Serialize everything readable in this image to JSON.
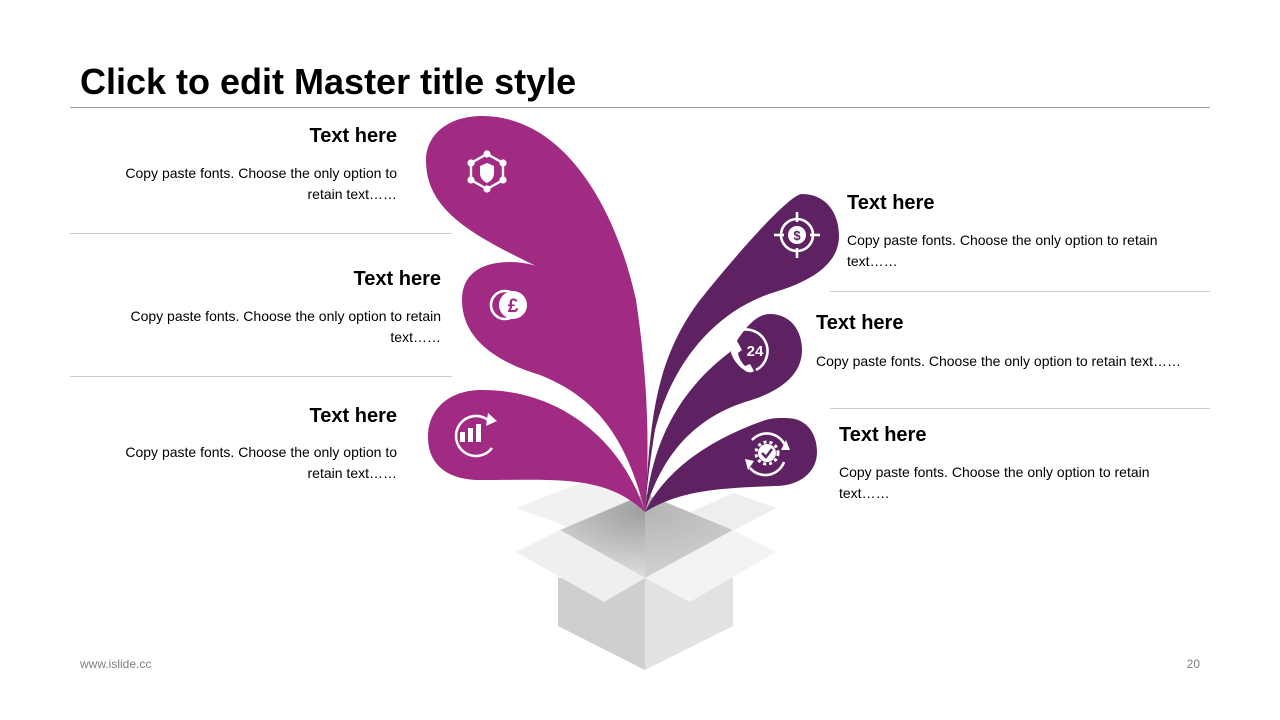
{
  "slide": {
    "title": "Click to edit Master title style",
    "footer_url": "www.islide.cc",
    "page_number": "20"
  },
  "colors": {
    "magenta": "#A12A83",
    "plum": "#5E2263",
    "box_light": "#EDEDED",
    "box_mid": "#C9C9C9",
    "box_dark": "#BDBDBD"
  },
  "items": [
    {
      "heading": "Text here",
      "body": "Copy paste fonts. Choose the only option to retain text……",
      "icon": "shield-network-icon"
    },
    {
      "heading": "Text here",
      "body": "Copy paste fonts. Choose the only option to retain text……",
      "icon": "pound-coin-icon"
    },
    {
      "heading": "Text here",
      "body": "Copy paste fonts. Choose the only option to retain text……",
      "icon": "growth-chart-icon"
    },
    {
      "heading": "Text here",
      "body": "Copy paste fonts. Choose the only option to retain text……",
      "icon": "dollar-target-icon"
    },
    {
      "heading": "Text here",
      "body": "Copy paste fonts. Choose the only option to retain text……",
      "icon": "phone-24-icon",
      "icon_text": "24"
    },
    {
      "heading": "Text here",
      "body": "Copy paste fonts. Choose the only option to retain text……",
      "icon": "gear-refresh-icon"
    }
  ]
}
